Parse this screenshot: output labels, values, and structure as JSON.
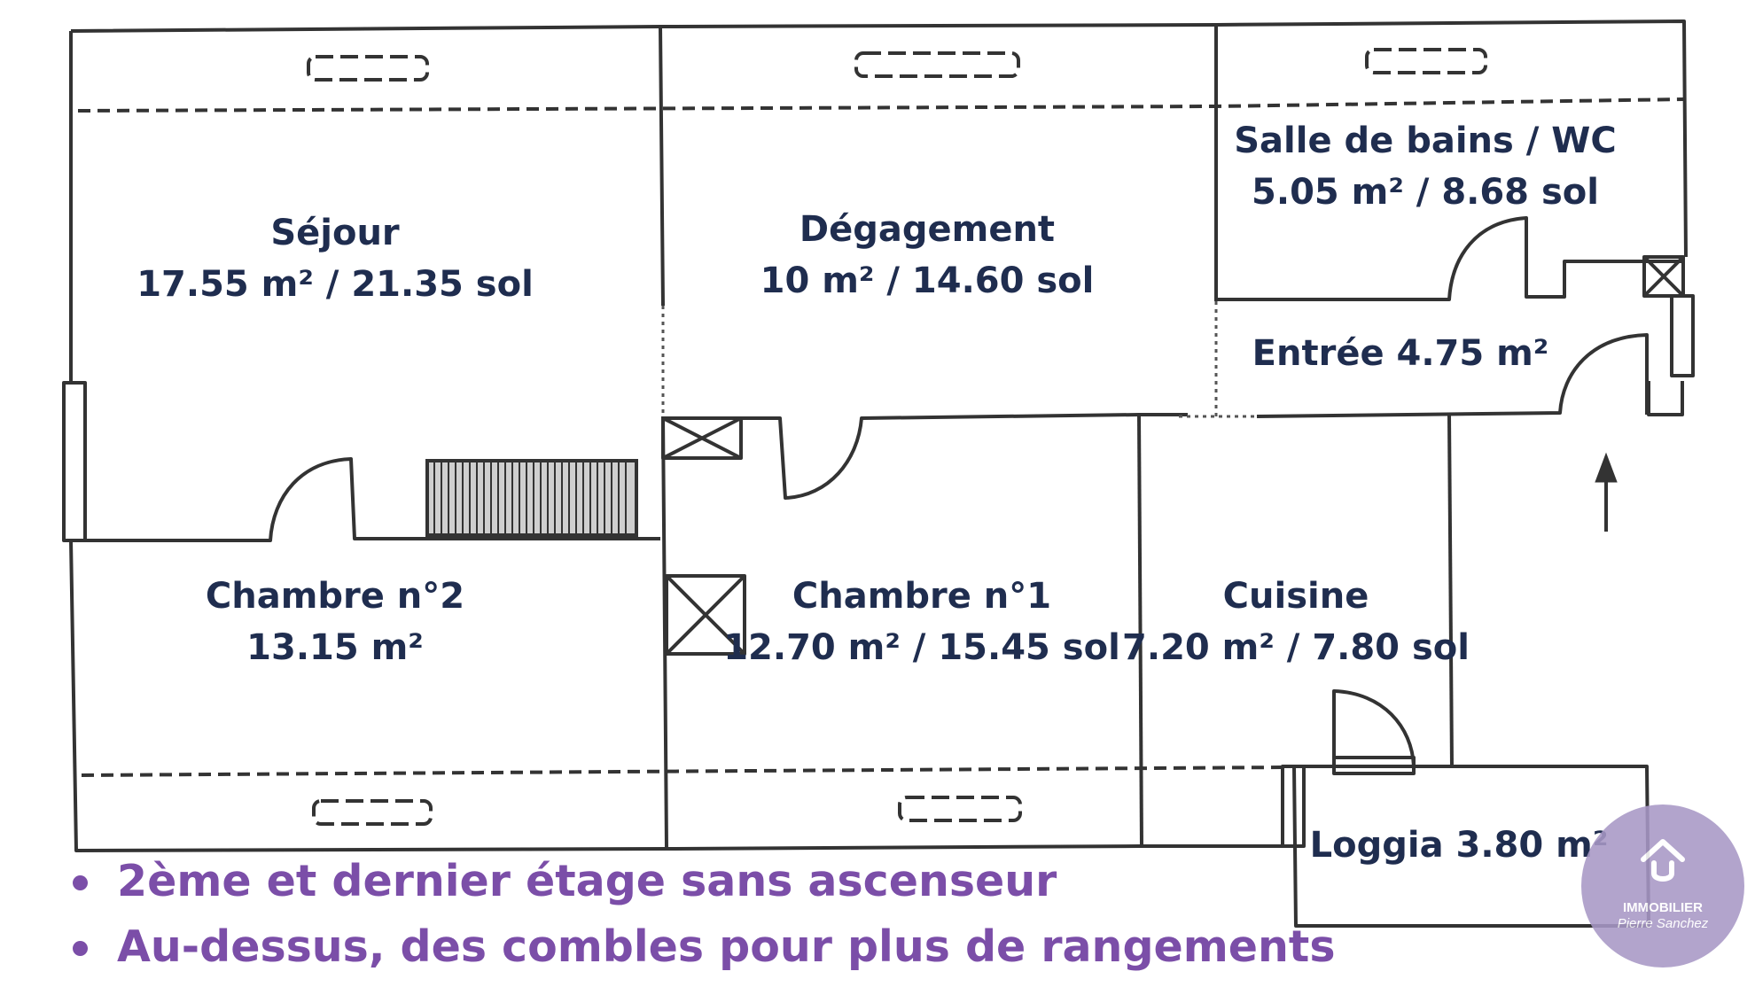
{
  "rooms": {
    "sejour": {
      "name": "Séjour",
      "area": "17.55 m² / 21.35 sol"
    },
    "degagement": {
      "name": "Dégagement",
      "area": "10 m² / 14.60 sol"
    },
    "salle_de_bains": {
      "name": "Salle de bains / WC",
      "area": "5.05 m² / 8.68 sol"
    },
    "entree": {
      "name": "Entrée 4.75 m²"
    },
    "chambre2": {
      "name": "Chambre n°2",
      "area": "13.15 m²"
    },
    "chambre1": {
      "name": "Chambre n°1",
      "area": "12.70 m² / 15.45 sol"
    },
    "cuisine": {
      "name": "Cuisine",
      "area": "7.20 m² / 7.80 sol"
    },
    "loggia": {
      "name": "Loggia 3.80 m²"
    }
  },
  "notes": [
    "2ème et dernier étage sans ascenseur",
    "Au-dessus, des combles pour plus de rangements"
  ],
  "logo": {
    "line1": "IMMOBILIER",
    "line2": "Pierre Sanchez"
  },
  "colors": {
    "room_label": "#1f2d4f",
    "notes": "#7b4ea8",
    "logo_bg": "#a898c6",
    "lines": "#333333"
  }
}
